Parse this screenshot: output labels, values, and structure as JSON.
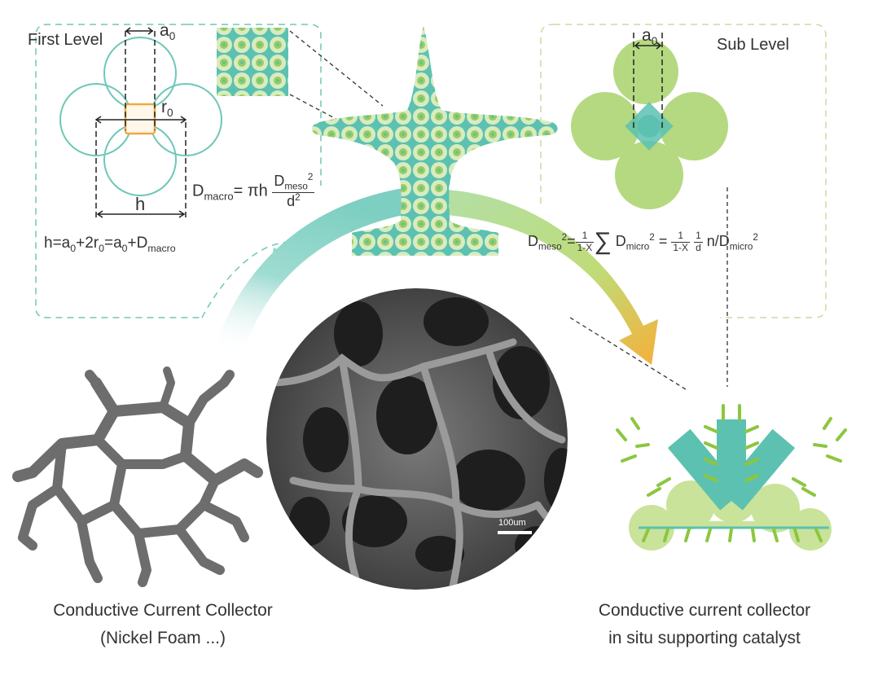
{
  "first_level": {
    "title": "First Level",
    "label_a0": "a",
    "label_a0_sub": "0",
    "label_r0": "r",
    "label_r0_sub": "0",
    "label_h": "h",
    "eq_h": "h=a",
    "eq_h_sub1": "0",
    "eq_h_mid": "+2r",
    "eq_h_sub2": "0",
    "eq_h_mid2": "=a",
    "eq_h_sub3": "0",
    "eq_h_end": "+D",
    "eq_h_end_sub": "macro",
    "eq_macro_D": "D",
    "eq_macro_sub": "macro",
    "eq_macro_eq": "= πh",
    "eq_macro_num": "D",
    "eq_macro_num_sub": "meso",
    "eq_macro_num_sup": "2",
    "eq_macro_den": "d",
    "eq_macro_den_sup": "2"
  },
  "sub_level": {
    "title": "Sub Level",
    "label_a0": "a",
    "label_a0_sub": "0"
  },
  "meso_equation": {
    "lhs": "D",
    "lhs_sub": "meso",
    "lhs_sup": "2",
    "frac1_num": "1",
    "frac1_den": "1-X",
    "sum": "∑",
    "term": "D",
    "term_sub": "micro",
    "term_sup": "2",
    "eq2": "=",
    "frac2_num": "1",
    "frac2_den": "1-X",
    "frac3_num": "1",
    "frac3_den": "d",
    "tail": "n/D",
    "tail_sub": "micro",
    "tail_sup": "2"
  },
  "scale_bar": {
    "label": "100um"
  },
  "captions": {
    "left_line1": "Conductive Current Collector",
    "left_line2": "(Nickel Foam ...)",
    "right_line1": "Conductive current collector",
    "right_line2": "in situ supporting catalyst"
  },
  "colors": {
    "teal": "#5cc1b0",
    "teal_light": "#bfe6df",
    "green": "#9ccc5a",
    "green_light": "#c9e39a",
    "orange": "#f5a623",
    "square": "#f0a840",
    "foam": "#6d6d6d",
    "sem": "#555555"
  }
}
